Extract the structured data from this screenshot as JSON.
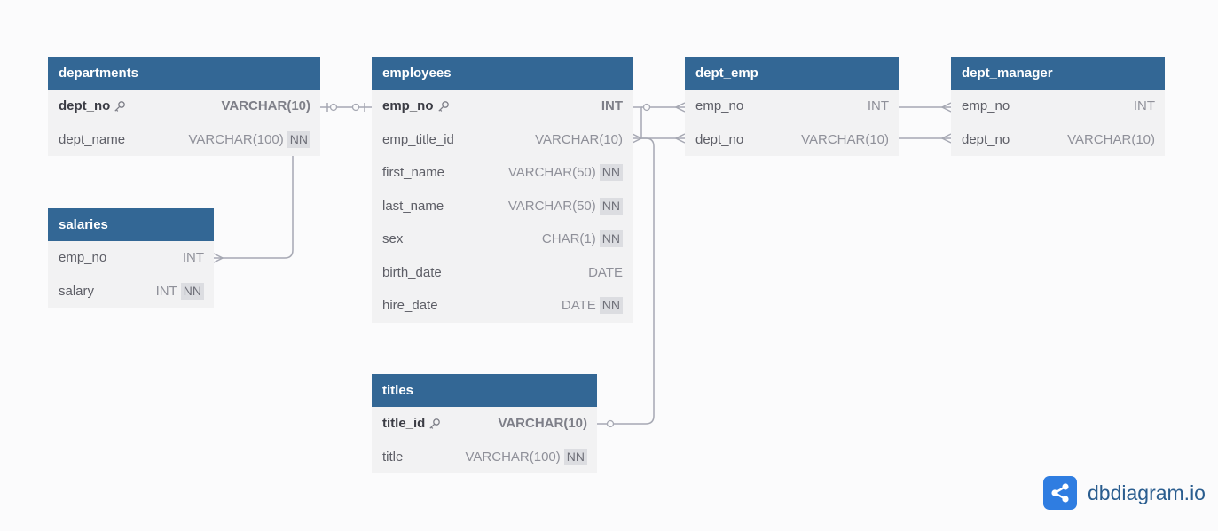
{
  "tables": {
    "departments": {
      "name": "departments",
      "cols": [
        {
          "name": "dept_no",
          "type": "VARCHAR(10)",
          "nn": ""
        },
        {
          "name": "dept_name",
          "type": "VARCHAR(100)",
          "nn": "NN"
        }
      ]
    },
    "salaries": {
      "name": "salaries",
      "cols": [
        {
          "name": "emp_no",
          "type": "INT",
          "nn": ""
        },
        {
          "name": "salary",
          "type": "INT",
          "nn": "NN"
        }
      ]
    },
    "employees": {
      "name": "employees",
      "cols": [
        {
          "name": "emp_no",
          "type": "INT",
          "nn": ""
        },
        {
          "name": "emp_title_id",
          "type": "VARCHAR(10)",
          "nn": ""
        },
        {
          "name": "first_name",
          "type": "VARCHAR(50)",
          "nn": "NN"
        },
        {
          "name": "last_name",
          "type": "VARCHAR(50)",
          "nn": "NN"
        },
        {
          "name": "sex",
          "type": "CHAR(1)",
          "nn": "NN"
        },
        {
          "name": "birth_date",
          "type": "DATE",
          "nn": ""
        },
        {
          "name": "hire_date",
          "type": "DATE",
          "nn": "NN"
        }
      ]
    },
    "titles": {
      "name": "titles",
      "cols": [
        {
          "name": "title_id",
          "type": "VARCHAR(10)",
          "nn": ""
        },
        {
          "name": "title",
          "type": "VARCHAR(100)",
          "nn": "NN"
        }
      ]
    },
    "dept_emp": {
      "name": "dept_emp",
      "cols": [
        {
          "name": "emp_no",
          "type": "INT",
          "nn": ""
        },
        {
          "name": "dept_no",
          "type": "VARCHAR(10)",
          "nn": ""
        }
      ]
    },
    "dept_manager": {
      "name": "dept_manager",
      "cols": [
        {
          "name": "emp_no",
          "type": "INT",
          "nn": ""
        },
        {
          "name": "dept_no",
          "type": "VARCHAR(10)",
          "nn": ""
        }
      ]
    }
  },
  "primary_keys": [
    "departments.dept_no",
    "employees.emp_no",
    "titles.title_id"
  ],
  "relationships": [
    {
      "from": "departments.dept_no",
      "to": "employees.emp_no",
      "kind": "one-to-one"
    },
    {
      "from": "departments.dept_no",
      "to": "salaries.emp_no",
      "kind": "one-to-many"
    },
    {
      "from": "employees.emp_no",
      "to": "dept_emp.emp_no",
      "kind": "one-to-many"
    },
    {
      "from": "employees.emp_no",
      "to": "dept_emp.dept_no",
      "kind": "one-to-many"
    },
    {
      "from": "titles.title_id",
      "to": "employees.emp_title_id",
      "kind": "one-to-many"
    },
    {
      "from": "dept_emp.emp_no",
      "to": "dept_manager.emp_no",
      "kind": "one-to-many"
    },
    {
      "from": "dept_emp.dept_no",
      "to": "dept_manager.dept_no",
      "kind": "one-to-many"
    }
  ],
  "brand": {
    "text": "dbdiagram.io",
    "icon": "share-icon"
  },
  "colors": {
    "header": "#336795",
    "body": "#f2f2f3",
    "background": "#fbfbfc",
    "connector": "#a6a8b3",
    "brand": "#2f7de1"
  }
}
